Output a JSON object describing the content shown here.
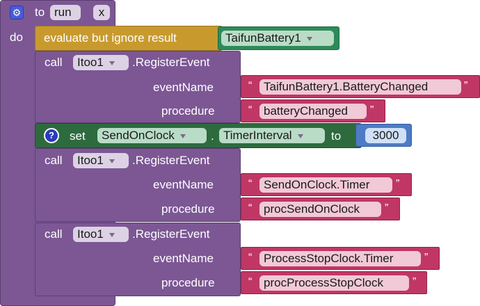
{
  "colors": {
    "procedure": "#7c5794",
    "evaluate": "#c89a2e",
    "component": "#2e8a5a",
    "setter": "#2d6b3f",
    "text": "#c03766",
    "number": "#4e7bc4"
  },
  "header": {
    "gear_icon": "gear-icon",
    "to_label": "to",
    "proc_name": "run",
    "param_x": "x",
    "do_label": "do"
  },
  "evaluate": {
    "label": "evaluate but ignore result",
    "component": "TaifunBattery1"
  },
  "calls": [
    {
      "call_label": "call",
      "component": "Itoo1",
      "method": ".RegisterEvent",
      "event_label": "eventName",
      "event_value": "TaifunBattery1.BatteryChanged",
      "proc_label": "procedure",
      "proc_value": "batteryChanged"
    },
    {
      "call_label": "call",
      "component": "Itoo1",
      "method": ".RegisterEvent",
      "event_label": "eventName",
      "event_value": "SendOnClock.Timer",
      "proc_label": "procedure",
      "proc_value": "procSendOnClock"
    },
    {
      "call_label": "call",
      "component": "Itoo1",
      "method": ".RegisterEvent",
      "event_label": "eventName",
      "event_value": "ProcessStopClock.Timer",
      "proc_label": "procedure",
      "proc_value": "procProcessStopClock"
    }
  ],
  "setter": {
    "help_icon": "?",
    "set_label": "set",
    "component": "SendOnClock",
    "dot": ".",
    "property": "TimerInterval",
    "to_label": "to",
    "value": "3000"
  },
  "quote_open": "“",
  "quote_close": "”"
}
